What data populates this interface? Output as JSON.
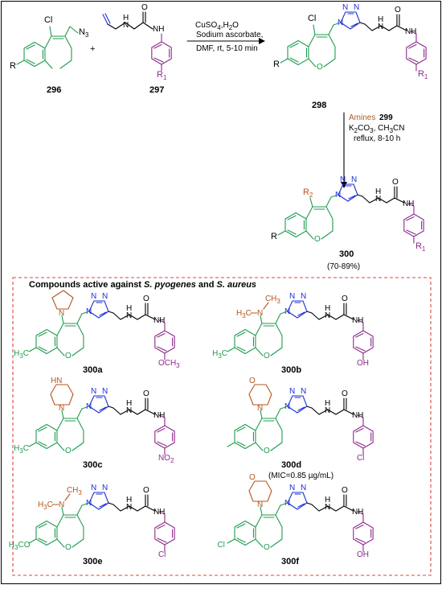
{
  "reaction": {
    "reagents": [
      "CuSO4,H2O",
      "Sodium ascorbate,",
      "DMF, rt, 5-10 min"
    ],
    "step2": {
      "amines": "Amines",
      "amine_no": "299",
      "lines": [
        "K2CO3, CH3CN",
        "reflux, 8-10 h"
      ]
    },
    "plus": "+",
    "yield": "(70-89%)"
  },
  "compounds": [
    {
      "id": "296",
      "subs": {
        "cl": "Cl",
        "n3": "N3",
        "r": "R"
      }
    },
    {
      "id": "297",
      "subs": {
        "r1": "R1"
      }
    },
    {
      "id": "298",
      "subs": {
        "cl": "Cl",
        "r": "R",
        "r1": "R1"
      }
    },
    {
      "id": "300",
      "subs": {
        "r2": "R2",
        "r": "R",
        "r1": "R1"
      }
    }
  ],
  "box": {
    "title_prefix": "Compounds active against",
    "organism1": "S. pyogenes",
    "joiner": "and",
    "organism2": "S. aureus",
    "items": [
      {
        "id": "300a",
        "ring_sub": "H3C",
        "para": "OCH3",
        "note": ""
      },
      {
        "id": "300b",
        "ring_sub": "H3C",
        "para": "OH",
        "note": ""
      },
      {
        "id": "300c",
        "ring_sub": "H3C",
        "para": "NO2",
        "note": ""
      },
      {
        "id": "300d",
        "ring_sub": "",
        "para": "Cl",
        "note": "(MIC=0.85 µg/mL)"
      },
      {
        "id": "300e",
        "ring_sub": "H3CO",
        "para": "Cl",
        "note": ""
      },
      {
        "id": "300f",
        "ring_sub": "Cl",
        "para": "OH",
        "note": ""
      }
    ],
    "amine_labels": {
      "nme2": "N",
      "me": "CH3",
      "h3c": "H3C",
      "nh": "HN",
      "n": "N",
      "o": "O"
    }
  },
  "atoms": {
    "n": "N",
    "nh": "NH",
    "h": "H",
    "o": "O"
  },
  "colors": {
    "green": "#1f9b4e",
    "blue": "#1d2fd8",
    "purple": "#8b2a8b",
    "brown": "#b4561e",
    "red": "#e0443a",
    "black": "#000000"
  }
}
